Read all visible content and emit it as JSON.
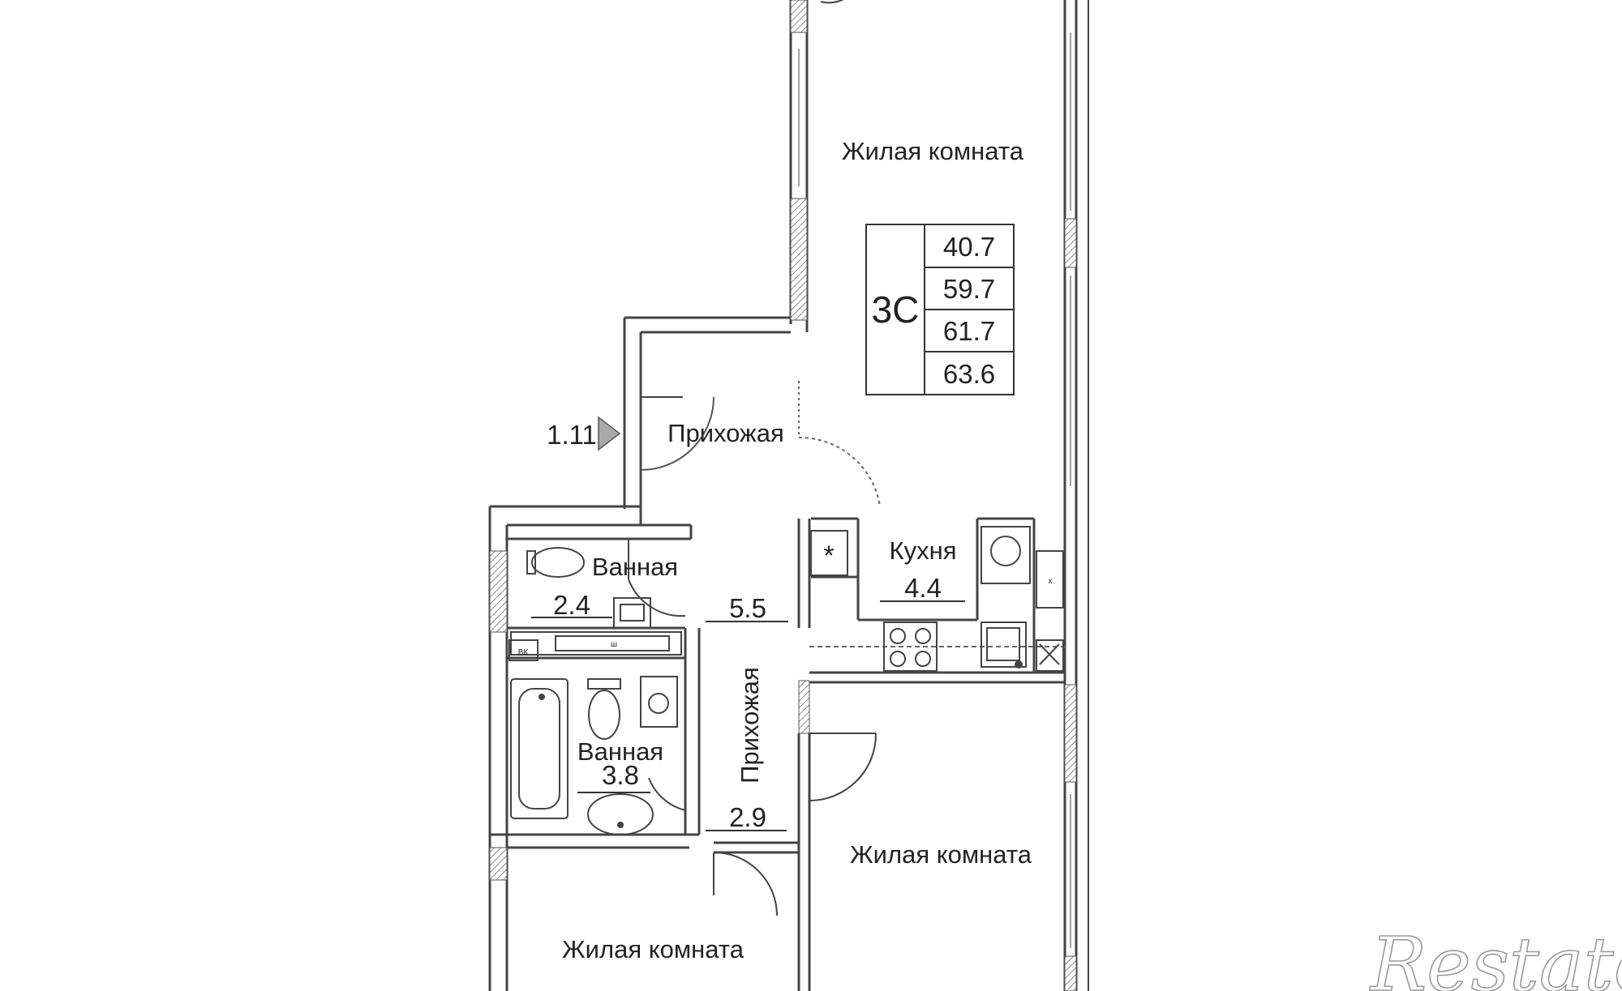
{
  "rooms": {
    "living_top": "Жилая комната",
    "hall_top": "Прихожая",
    "kitchen": "Кухня",
    "bath_top": "Ванная",
    "hall_vertical": "Прихожая",
    "bath_bottom": "Ванная",
    "living_right": "Жилая комната",
    "living_left": "Жилая комната"
  },
  "areas": {
    "bath_top": "2.4",
    "hall_top": "5.5",
    "kitchen": "4.4",
    "bath_bottom": "3.8",
    "hall_bottom": "2.9"
  },
  "apartment": {
    "code": "3С",
    "areas": [
      "40.7",
      "59.7",
      "61.7",
      "63.6"
    ]
  },
  "entrance": {
    "label": "1.11"
  },
  "fixture_marks": {
    "vk": "ВК",
    "cabinet": "ш",
    "fridge": "х"
  },
  "watermark": "Restate",
  "colors": {
    "wall": "#444444",
    "hatch": "#9a9a9a",
    "line": "#333333"
  }
}
